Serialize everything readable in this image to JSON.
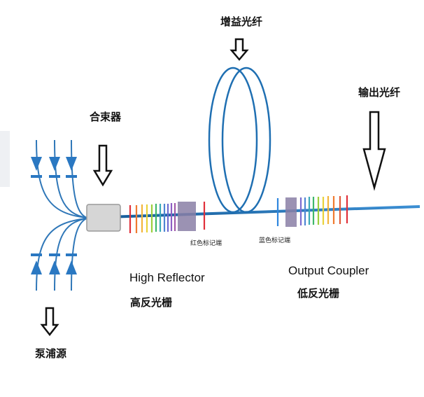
{
  "labels": {
    "gain_fiber": "增益光纤",
    "output_fiber": "输出光纤",
    "combiner": "合束器",
    "pump_source": "泵浦源",
    "high_reflector_en": "High Reflector",
    "high_reflector_cn": "高反光栅",
    "output_coupler_en": "Output Coupler",
    "output_coupler_cn": "低反光栅",
    "red_marker": "红色标记端",
    "blue_marker": "蓝色标记端"
  },
  "colors": {
    "fiber": "#1f6fb2",
    "pump_arrow": "#2a78c2",
    "red_mark": "#e0303a",
    "blue_mark": "#2e86de",
    "grating_dense": "#8a7fa6",
    "combiner_fill": "#d6d6d6"
  },
  "icons": {
    "pointer": "down-outline-arrow",
    "pump": "blue-triangle-arrow"
  }
}
